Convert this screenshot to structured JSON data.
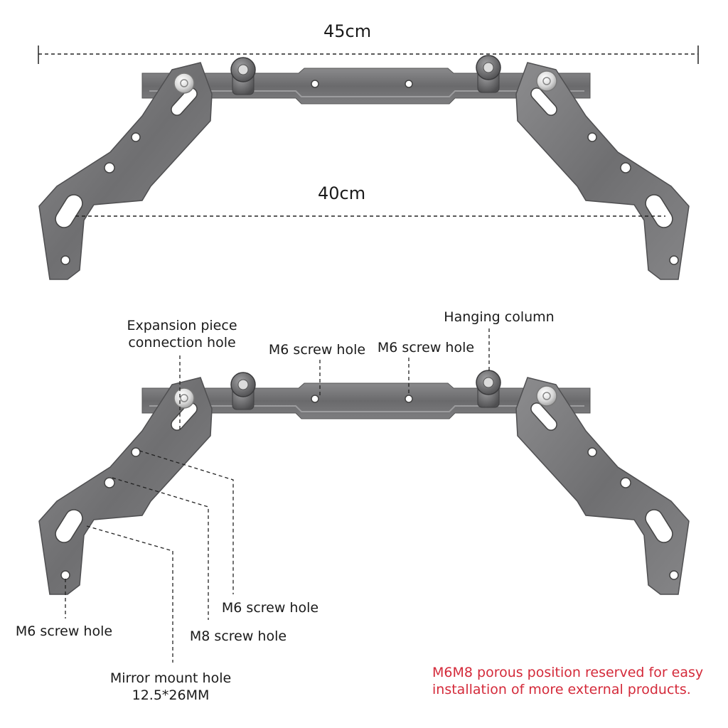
{
  "dimensions": {
    "overall_width": "45cm",
    "inner_width": "40cm"
  },
  "callouts": {
    "expansion_piece": "Expansion piece\nconnection hole",
    "m6_center_left": "M6 screw hole",
    "m6_center_right": "M6 screw hole",
    "hanging_column": "Hanging column",
    "m6_side_upper": "M6 screw hole",
    "m8_side": "M8 screw hole",
    "m6_bottom_left": "M6 screw hole",
    "mirror_mount": "Mirror mount hole\n12.5*26MM"
  },
  "note": "M6M8 porous position reserved for easy\ninstallation of more external products.",
  "colors": {
    "metal": "#7b7b7d",
    "metal_dark": "#5e5e60",
    "metal_light": "#9a9a9c",
    "note": "#d42a3a"
  }
}
